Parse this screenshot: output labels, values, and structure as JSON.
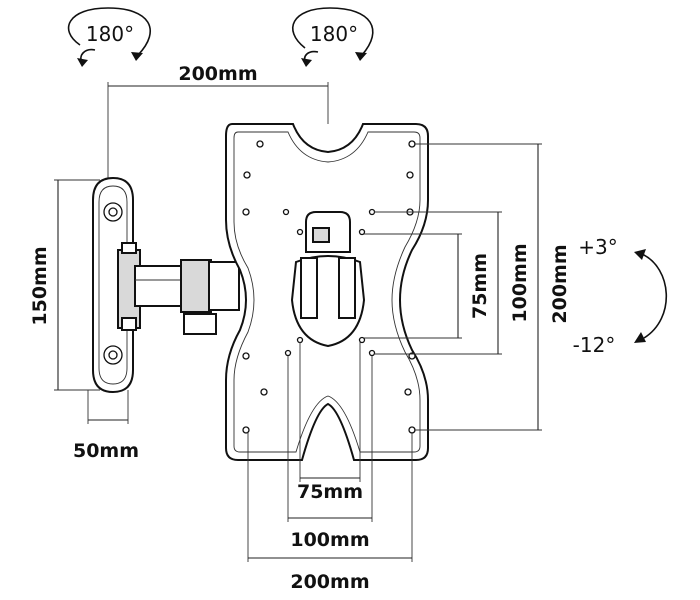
{
  "rotation": {
    "left_angle": "180°",
    "right_angle": "180°",
    "tilt_up": "+3°",
    "tilt_down": "-12°"
  },
  "dimensions": {
    "arm_extension": "200mm",
    "wall_plate_height": "150mm",
    "wall_plate_width": "50mm",
    "vesa_vertical_small": "75mm",
    "vesa_vertical_medium": "100mm",
    "vesa_vertical_large": "200mm",
    "vesa_horizontal_small": "75mm",
    "vesa_horizontal_medium": "100mm",
    "vesa_horizontal_large": "200mm"
  }
}
